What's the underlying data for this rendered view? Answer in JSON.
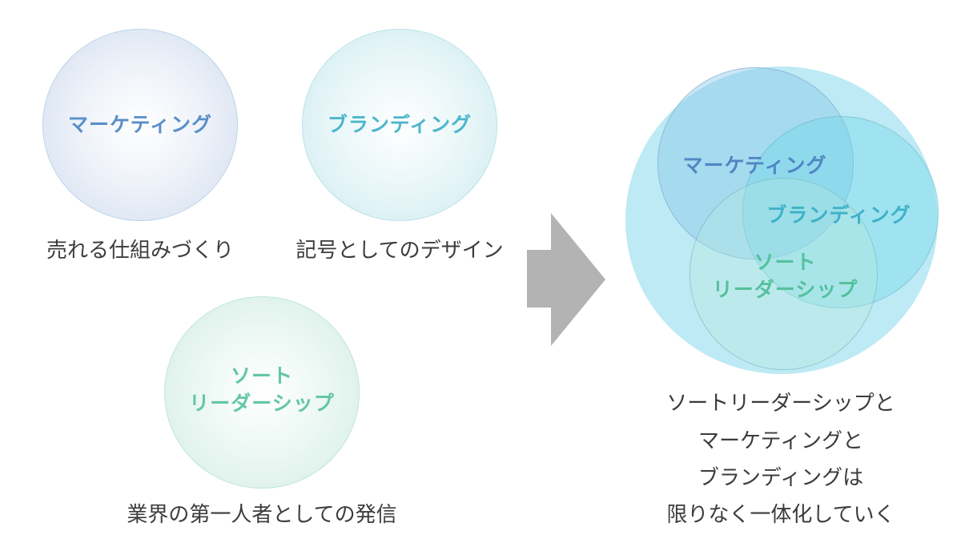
{
  "colors": {
    "marketing": "#5a8fc9",
    "branding": "#4cb6cc",
    "thought_leadership": "#62c7a3",
    "caption_text": "#3c3c3c",
    "arrow": "#b3b3b3",
    "merged_circle": "#bdeaf4"
  },
  "left": {
    "marketing": {
      "label": "マーケティング",
      "caption": "売れる仕組みづくり"
    },
    "branding": {
      "label": "ブランディング",
      "caption": "記号としてのデザイン"
    },
    "thought_leadership": {
      "label_line1": "ソート",
      "label_line2": "リーダーシップ",
      "caption": "業界の第一人者としての発信"
    }
  },
  "right": {
    "marketing_label": "マーケティング",
    "branding_label": "ブランディング",
    "thought_label_line1": "ソート",
    "thought_label_line2": "リーダーシップ",
    "summary": [
      "ソートリーダーシップと",
      "マーケティングと",
      "ブランディングは",
      "限りなく一体化していく"
    ]
  }
}
